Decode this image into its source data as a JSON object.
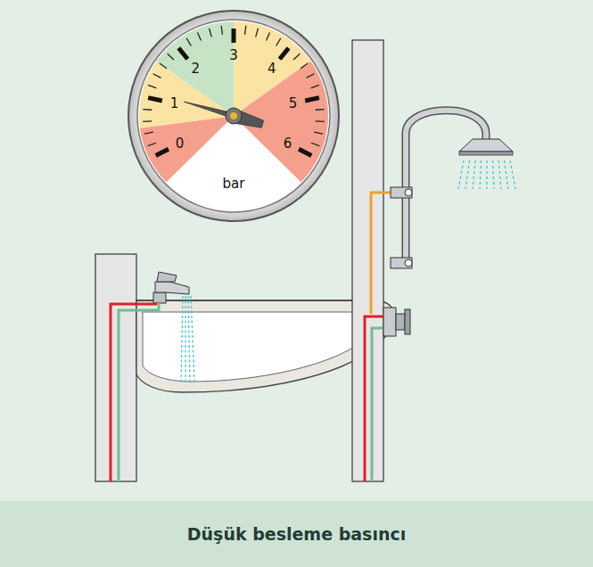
{
  "diagram": {
    "caption": "Düşük besleme basıncı",
    "labels": [
      "0",
      "1",
      "2",
      "3",
      "4",
      "5",
      "6",
      "bar"
    ]
  }
}
